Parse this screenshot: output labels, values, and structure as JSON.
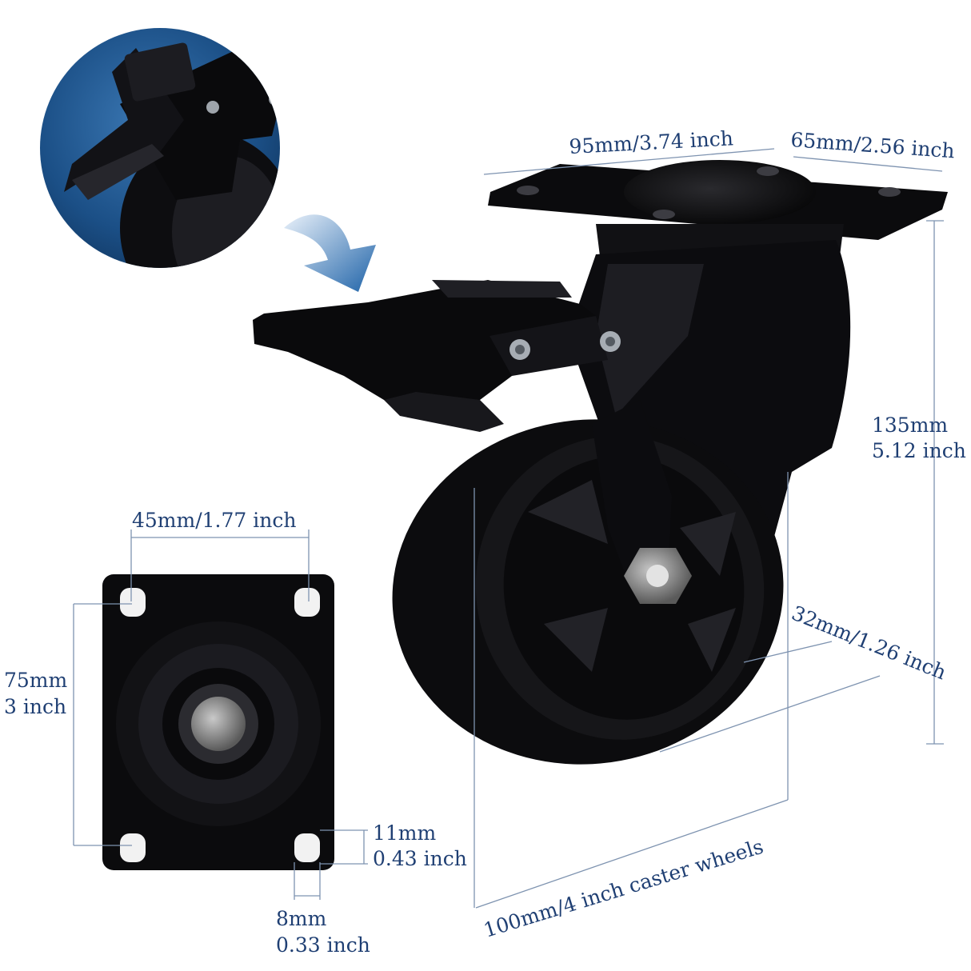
{
  "product": "swivel caster wheel with brake",
  "colors": {
    "text": "#1f3f73",
    "dimension_line": "#7e93b0",
    "metal": "#0b0b0d",
    "arrow": "#2d74b8",
    "inset_background": "#1b4f86"
  },
  "icons": {
    "inset": "brake-closeup-icon",
    "arrow": "curved-arrow-icon"
  },
  "dimensions": {
    "top_plate_length": "95mm/3.74 inch",
    "top_plate_width": "65mm/2.56 inch",
    "height_mm": "135mm",
    "height_inch": "5.12 inch",
    "wheel_width": "32mm/1.26 inch",
    "wheel_diameter": "100mm/4 inch caster wheels",
    "hole_spacing_width": "45mm/1.77 inch",
    "hole_spacing_length_mm": "75mm",
    "hole_spacing_length_inch": "3 inch",
    "slot_length_mm": "11mm",
    "slot_length_inch": "0.43 inch",
    "slot_width_mm": "8mm",
    "slot_width_inch": "0.33 inch"
  }
}
